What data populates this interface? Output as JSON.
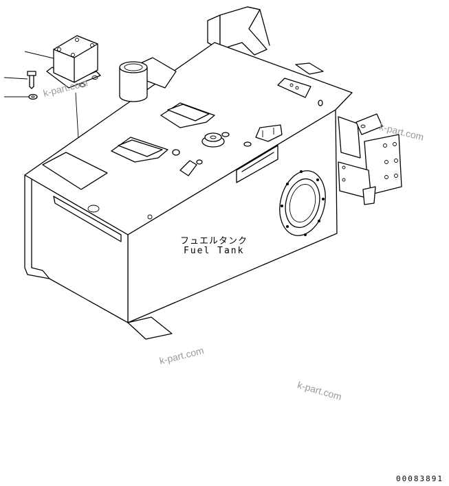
{
  "labels": {
    "part_name_jp": "フュエルタンク",
    "part_name_en": "Fuel Tank"
  },
  "watermarks": [
    "k-part.com",
    "k-part.com",
    "k-part.com",
    "k-part.com"
  ],
  "drawing_code": "00083891"
}
